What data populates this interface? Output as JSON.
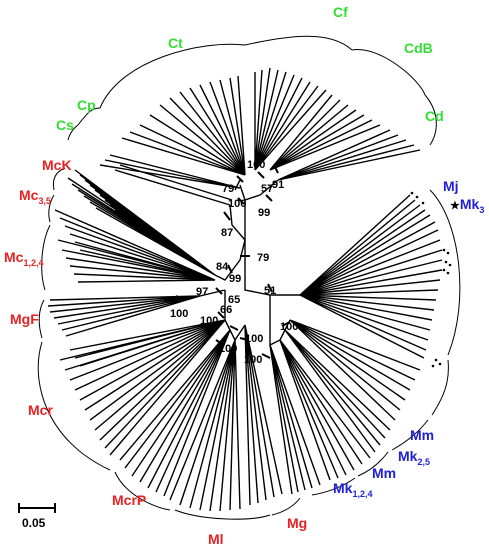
{
  "colors": {
    "archaea_green": "#33dd33",
    "methanogen_red": "#e62222",
    "mk_blue": "#1f1fd6",
    "tree": "#000000"
  },
  "clades": {
    "ct": "Ct",
    "cf": "Cf",
    "cdb": "CdB",
    "cd": "Cd",
    "cp": "Cp",
    "cs": "Cs",
    "mck": "McK",
    "mc35_main": "Mc",
    "mc35_sub": "3,5",
    "mc124_main": "Mc",
    "mc124_sub": "1,2,4",
    "mgf": "MgF",
    "mcr": "Mcr",
    "mcrp": "McrP",
    "ml": "Ml",
    "mg": "Mg",
    "mk124_main": "Mk",
    "mk124_sub": "1,2,4",
    "mm1": "Mm",
    "mk25_main": "Mk",
    "mk25_sub": "2,5",
    "mm2": "Mm",
    "mj": "Mj",
    "mk3_star": "★",
    "mk3_main": "Mk",
    "mk3_sub": "3"
  },
  "bootstrap": {
    "b100a": "100",
    "b57": "57",
    "b91": "91",
    "b79a": "79",
    "b100b": "100",
    "b99a": "99",
    "b87": "87",
    "b79b": "79",
    "b84": "84",
    "b99b": "99",
    "b97": "97",
    "b51": "51",
    "b65": "65",
    "b100c": "100",
    "b100d": "100",
    "b66": "66",
    "b100e": "100",
    "b100f": "100",
    "b100g": "100",
    "b100h": "100"
  },
  "scale": {
    "label": "0.05"
  }
}
